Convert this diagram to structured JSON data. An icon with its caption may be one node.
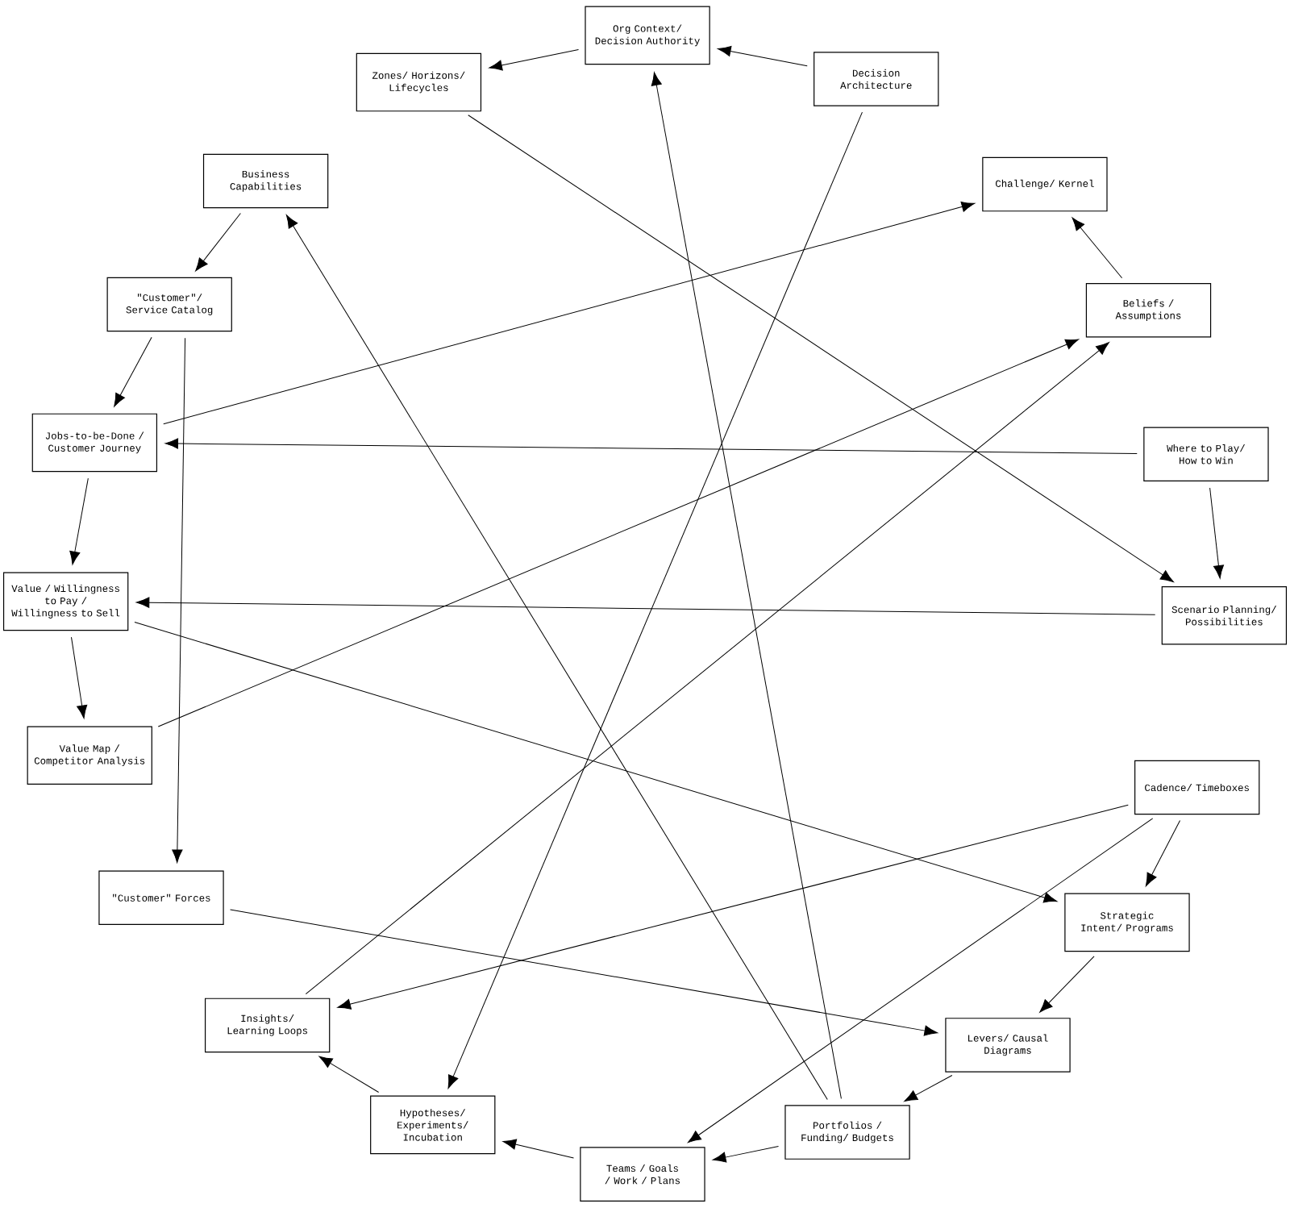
{
  "diagram": {
    "nodes": [
      {
        "text": [
          "Org Context/ Decision Authority"
        ]
      },
      {
        "text": [
          "Zones/ Horizons/ Lifecycles"
        ]
      },
      {
        "text": [
          "Decision Architecture"
        ]
      },
      {
        "text": [
          "Business Capabilities"
        ]
      },
      {
        "text": [
          "Challenge/ Kernel"
        ]
      },
      {
        "text": [
          "\"Customer\"/ Service Catalog"
        ]
      },
      {
        "text": [
          "Beliefs / Assumptions"
        ]
      },
      {
        "text": [
          "Jobs-to-be-Done / Customer Journey"
        ]
      },
      {
        "text": [
          "Where to Play/ How to Win"
        ]
      },
      {
        "text": [
          "Value / Willingness to Pay / Willingness to Sell"
        ]
      },
      {
        "text": [
          "Scenario Planning/ Possibilities"
        ]
      },
      {
        "text": [
          "Value Map / Competitor Analysis"
        ]
      },
      {
        "text": [
          "Cadence/ Timeboxes"
        ]
      },
      {
        "text": [
          "\"Customer\" Forces"
        ]
      },
      {
        "text": [
          "Strategic Intent/ Programs"
        ]
      },
      {
        "text": [
          "Insights/ Learning Loops"
        ]
      },
      {
        "text": [
          "Levers/ Causal Diagrams"
        ]
      },
      {
        "text": [
          "Hypotheses/ Experiments/ Incubation"
        ]
      },
      {
        "text": [
          "Portfolios / Funding/ Budgets"
        ]
      },
      {
        "text": [
          "Teams / Goals / Work / Plans"
        ]
      }
    ],
    "edges": [
      {
        "from": 0,
        "to": 1,
        "arrow": "to"
      },
      {
        "from": 2,
        "to": 0,
        "arrow": "to"
      },
      {
        "from": 1,
        "to": 10,
        "arrow": "to"
      },
      {
        "from": 2,
        "to": 17,
        "arrow": "to"
      },
      {
        "from": 3,
        "to": 5,
        "arrow": "to"
      },
      {
        "from": 5,
        "to": 7,
        "arrow": "to"
      },
      {
        "from": 5,
        "to": 13,
        "arrow": "to"
      },
      {
        "from": 7,
        "to": 4,
        "arrow": "to"
      },
      {
        "from": 6,
        "to": 4,
        "arrow": "to"
      },
      {
        "from": 8,
        "to": 7,
        "arrow": "to"
      },
      {
        "from": 8,
        "to": 10,
        "arrow": "to"
      },
      {
        "from": 7,
        "to": 9,
        "arrow": "to"
      },
      {
        "from": 10,
        "to": 9,
        "arrow": "to"
      },
      {
        "from": 9,
        "to": 11,
        "arrow": "to"
      },
      {
        "from": 11,
        "to": 6,
        "arrow": "to"
      },
      {
        "from": 9,
        "to": 14,
        "arrow": "to"
      },
      {
        "from": 12,
        "to": 14,
        "arrow": "to"
      },
      {
        "from": 12,
        "to": 15,
        "arrow": "to"
      },
      {
        "from": 12,
        "to": 19,
        "arrow": "to"
      },
      {
        "from": 13,
        "to": 16,
        "arrow": "to"
      },
      {
        "from": 14,
        "to": 16,
        "arrow": "to"
      },
      {
        "from": 15,
        "to": 6,
        "arrow": "to"
      },
      {
        "from": 16,
        "to": 18,
        "arrow": "to"
      },
      {
        "from": 18,
        "to": 19,
        "arrow": "to"
      },
      {
        "from": 19,
        "to": 17,
        "arrow": "to"
      },
      {
        "from": 17,
        "to": 15,
        "arrow": "to"
      },
      {
        "from": 18,
        "to": 3,
        "arrow": "to"
      },
      {
        "from": 18,
        "to": 0,
        "arrow": "to"
      }
    ]
  }
}
